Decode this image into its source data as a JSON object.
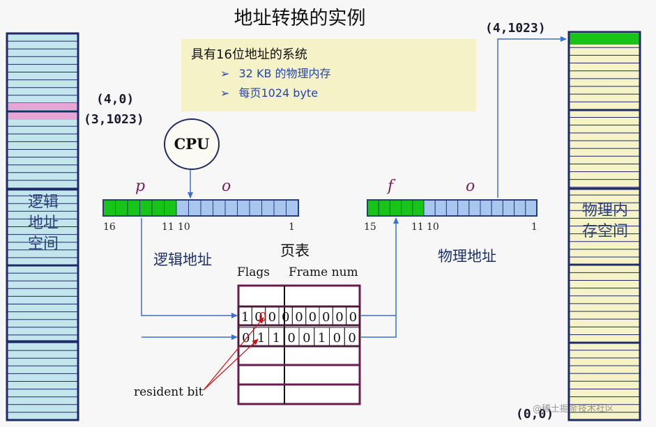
{
  "title": "地址转换的实例",
  "note": {
    "heading": "具有16位地址的系统",
    "items": [
      "32 KB 的物理内存",
      "每页1024 byte"
    ],
    "bullet": "➢"
  },
  "logical_memory": {
    "label_lines": [
      "逻辑",
      "地址",
      "空间"
    ]
  },
  "physical_memory": {
    "label_lines": [
      "物理内",
      "存空间"
    ]
  },
  "addr_labels": {
    "logical_4_0": "(4,0)",
    "logical_3_1023": "(3,1023)",
    "physical_4_1023": "(4,1023)",
    "physical_0_0": "(0,0)"
  },
  "cpu_label": "CPU",
  "logical_address": {
    "p": "p",
    "o": "o",
    "bit_16": "16",
    "bit_11": "11",
    "bit_10": "10",
    "bit_1": "1",
    "caption": "逻辑地址"
  },
  "physical_address": {
    "f": "f",
    "o": "o",
    "bit_15": "15",
    "bit_11": "11",
    "bit_10": "10",
    "bit_1": "1",
    "caption": "物理地址"
  },
  "page_table": {
    "title": "页表",
    "flags_header": "Flags",
    "frame_header": "Frame num",
    "row1": [
      "1",
      "0",
      "0",
      "0",
      "0",
      "0",
      "0",
      "0",
      "0"
    ],
    "row2": [
      "0",
      "1",
      "1",
      "0",
      "0",
      "1",
      "0",
      "0"
    ]
  },
  "resident_bit_label": "resident bit",
  "watermark": "@稀土掘金技术社区",
  "colors": {
    "green": "#17c417",
    "blue_cell": "#a8c6ee",
    "pink": "#e6a6d6",
    "memory_blue": "#c2e6ec",
    "memory_yellow": "#f6f3c8",
    "border_navy": "#1d2a66",
    "table_border": "#6a1b4d",
    "arrow_blue": "#3d6fd1",
    "red": "#d01010"
  }
}
